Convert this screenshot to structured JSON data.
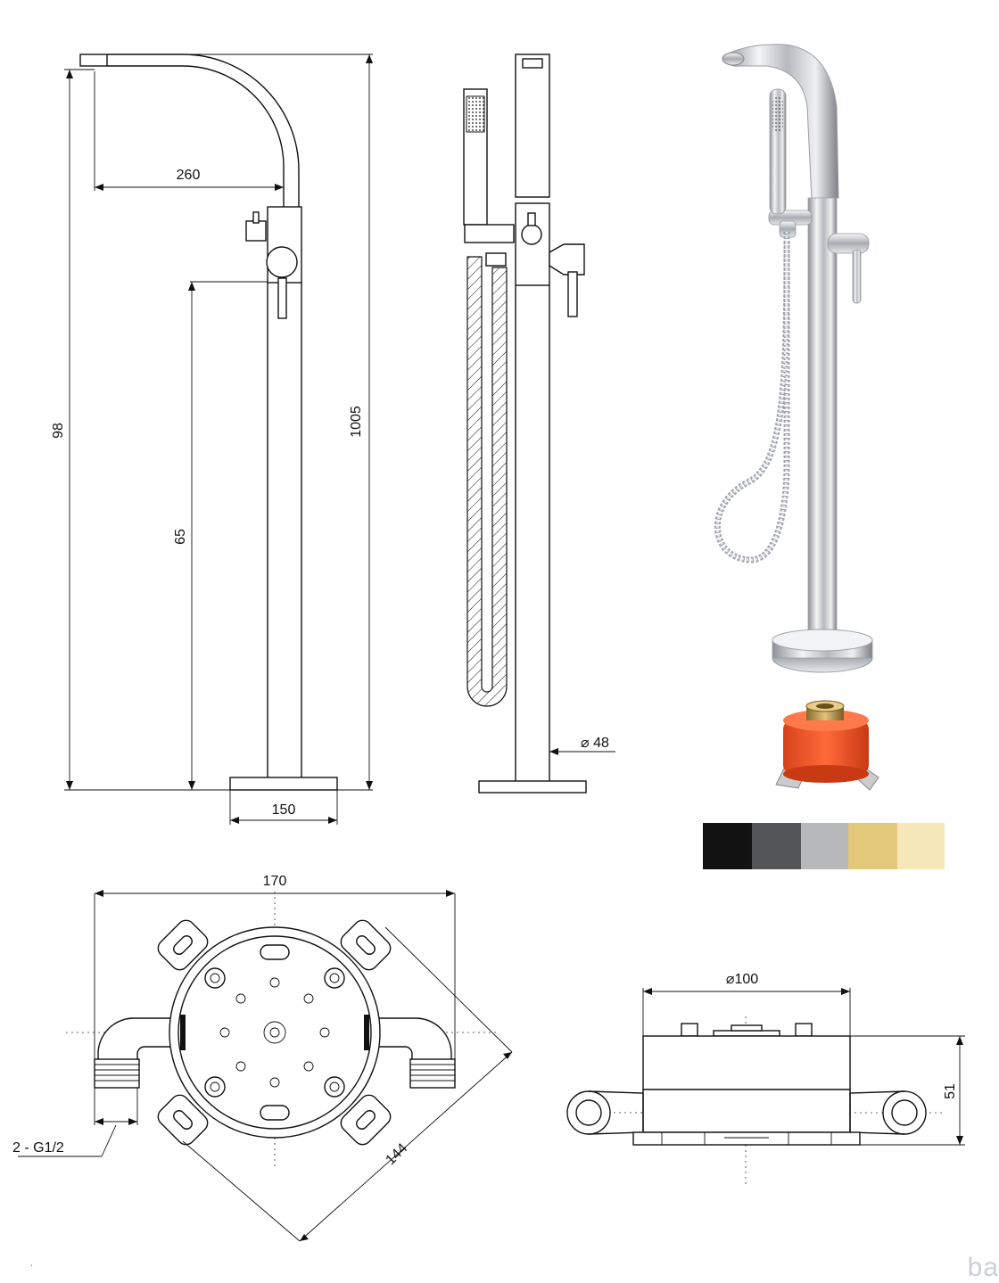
{
  "dimensions": {
    "front_spout_reach": "260",
    "front_total_height_left": "98",
    "front_total_height_right": "1005",
    "front_lever_height": "65",
    "front_base_width": "150",
    "side_pipe_diameter": "⌀ 48",
    "box_width": "170",
    "box_diagonal": "144",
    "box_connections": "2 - G1/2",
    "box_side_diameter": "⌀100",
    "box_side_height": "51"
  },
  "color_swatches": [
    "#121212",
    "#545557",
    "#b7b8ba",
    "#e3c77a",
    "#f6e7b8"
  ],
  "brand_partial": "ba"
}
